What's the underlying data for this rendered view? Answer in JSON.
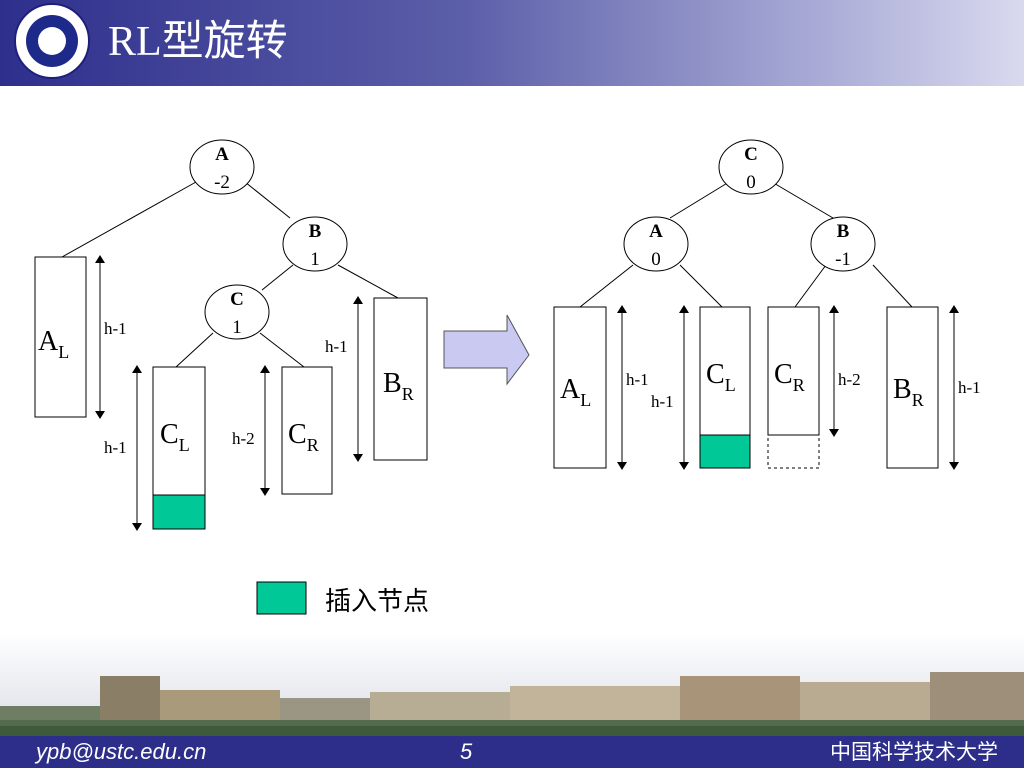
{
  "slide": {
    "title": "RL型旋转",
    "footer": {
      "email": "ypb@ustc.edu.cn",
      "page_number": "5",
      "university": "中国科学技术大学"
    }
  },
  "colors": {
    "inserted_node": "#00c896",
    "header_dark": "#2e2f8c"
  },
  "diagram": {
    "before": {
      "nodes": [
        {
          "name": "A",
          "balance": "-2"
        },
        {
          "name": "B",
          "balance": "1"
        },
        {
          "name": "C",
          "balance": "1"
        }
      ],
      "subtrees": [
        {
          "main": "A",
          "sub": "L",
          "height": "h-1"
        },
        {
          "main": "C",
          "sub": "L",
          "height": "h-1"
        },
        {
          "main": "C",
          "sub": "R",
          "height": "h-2"
        },
        {
          "main": "B",
          "sub": "R",
          "height": "h-1"
        }
      ]
    },
    "after": {
      "nodes": [
        {
          "name": "C",
          "balance": "0"
        },
        {
          "name": "A",
          "balance": "0"
        },
        {
          "name": "B",
          "balance": "-1"
        }
      ],
      "subtrees": [
        {
          "main": "A",
          "sub": "L",
          "height": "h-1"
        },
        {
          "main": "C",
          "sub": "L",
          "height": "h-1"
        },
        {
          "main": "C",
          "sub": "R",
          "height": "h-2"
        },
        {
          "main": "B",
          "sub": "R",
          "height": "h-1"
        }
      ]
    },
    "legend": {
      "label": "插入节点"
    }
  }
}
